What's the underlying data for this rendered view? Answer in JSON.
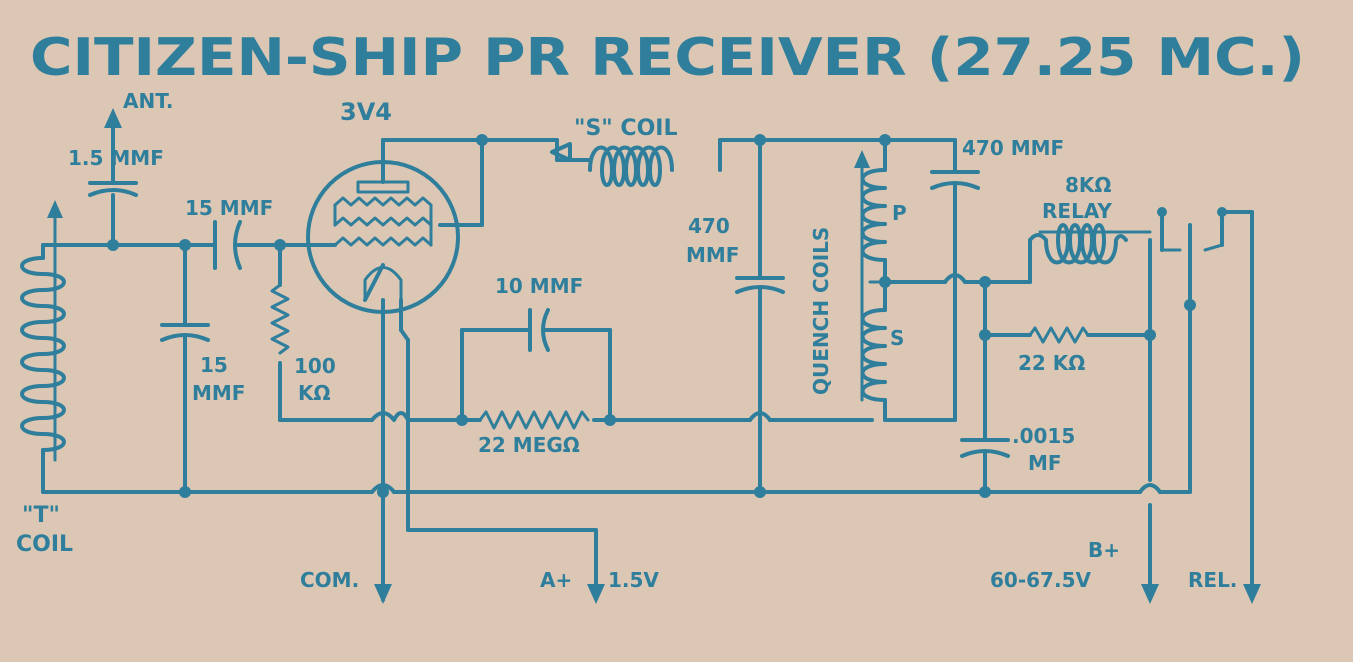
{
  "title": "CITIZEN-SHIP PR RECEIVER (27.25 MC.)",
  "labels": {
    "ant": "ANT.",
    "ant_cap": "1.5 MMF",
    "tube": "3V4",
    "cap_15_series": "15 MMF",
    "cap_15_shunt_a": "15",
    "cap_15_shunt_b": "MMF",
    "res_100k_a": "100",
    "res_100k_b": "KΩ",
    "t_coil_a": "\"T\"",
    "t_coil_b": "COIL",
    "s_coil": "\"S\" COIL",
    "cap_470_a": "470",
    "cap_470_b": "MMF",
    "cap_10": "10 MMF",
    "res_22meg": "22 MEGΩ",
    "quench_coils": "QUENCH COILS",
    "quench_p": "P",
    "quench_s": "S",
    "cap_470_top": "470 MMF",
    "relay_ohms": "8KΩ",
    "relay": "RELAY",
    "res_22k": "22 KΩ",
    "cap_0015_a": ".0015",
    "cap_0015_b": "MF",
    "com": "COM.",
    "a_plus": "A+",
    "a_volts": "1.5V",
    "b_plus": "B+",
    "b_volts": "60-67.5V",
    "rel": "REL."
  }
}
